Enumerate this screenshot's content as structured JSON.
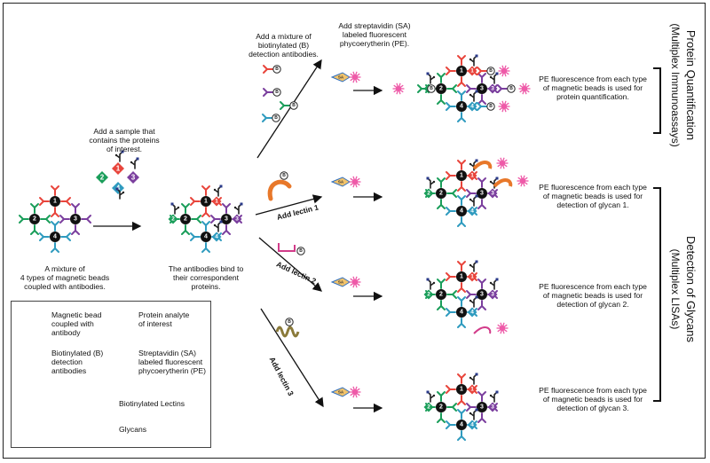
{
  "steps": {
    "start_caption": "A mixture of\n4 types of magnetic beads\ncoupled with antibodies.",
    "add_sample": "Add a sample that\ncontains the proteins\nof interest.",
    "bound_caption": "The antibodies bind to\ntheir correspondent\nproteins.",
    "add_detection": "Add a mixture of\nbiotinylated (B)\ndetection antibodies.",
    "add_sa": "Add streptavidin (SA)\nlabeled fluorescent\nphycoerytherin (PE).",
    "lectin_1": "Add lectin 1",
    "lectin_2": "Add lectin 2",
    "lectin_3": "Add lectin 3"
  },
  "results": {
    "protein": "PE fluorescence from each type\nof magnetic beads is used for\nprotein quantification.",
    "glycan_1": "PE fluorescence from each type\nof magnetic beads is used for\ndetection of glycan 1.",
    "glycan_2": "PE fluorescence from each type\nof magnetic beads is used for\ndetection of glycan 2.",
    "glycan_3": "PE fluorescence from each type\nof magnetic beads is used for\ndetection of glycan 3."
  },
  "sections": {
    "protein_title": "Protein Quantification",
    "protein_sub": "(Multiplex Immunoassays)",
    "glycan_title": "Detection of Glycans",
    "glycan_sub": "(Multiplex LISAs)"
  },
  "legend": {
    "bead": "Magnetic bead\ncoupled with\nantibody",
    "protein": "Protein analyte\nof interest",
    "detection": "Biotinylated (B)\ndetection\nantibodies",
    "sa": "Streptavidin (SA)\nlabeled fluorescent\nphycoerytherin (PE)",
    "lectins": "Biotinylated Lectins",
    "glycans": "Glycans"
  },
  "colors": {
    "bead_1": "#e8453c",
    "bead_2": "#1a9e5a",
    "bead_3": "#7b3f9e",
    "bead_4": "#2f9bbf",
    "pe": "#ee5aa8",
    "lectin_1": "#e8782a",
    "lectin_2": "#d23c8a",
    "lectin_3": "#8a7a3a",
    "sa_fill": "#f2c36a"
  },
  "labels": {
    "n1": "1",
    "n2": "2",
    "n3": "3",
    "n4": "4",
    "biotin": "B",
    "sa": "SA"
  }
}
